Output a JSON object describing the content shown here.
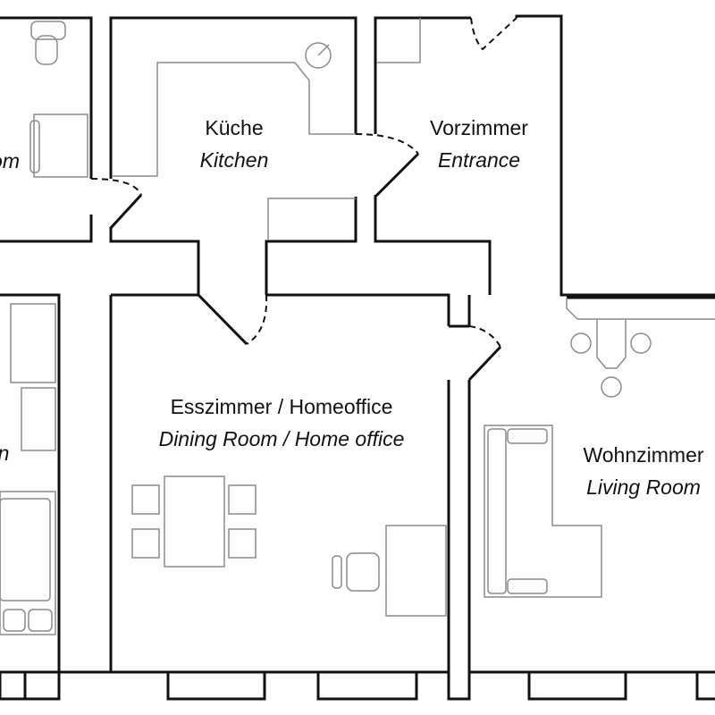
{
  "rooms": {
    "bathroom": {
      "de": "",
      "en": "om"
    },
    "kitchen": {
      "de": "Küche",
      "en": "Kitchen"
    },
    "entrance": {
      "de": "Vorzimmer",
      "en": "Entrance"
    },
    "bedroom": {
      "de": "",
      "en": "n"
    },
    "dining": {
      "de": "Esszimmer / Homeoffice",
      "en": "Dining Room / Home office"
    },
    "living": {
      "de": "Wohnzimmer",
      "en": "Living Room"
    }
  },
  "colors": {
    "walls": "#111111",
    "furniture": "#8a8a8a",
    "background": "#ffffff"
  }
}
